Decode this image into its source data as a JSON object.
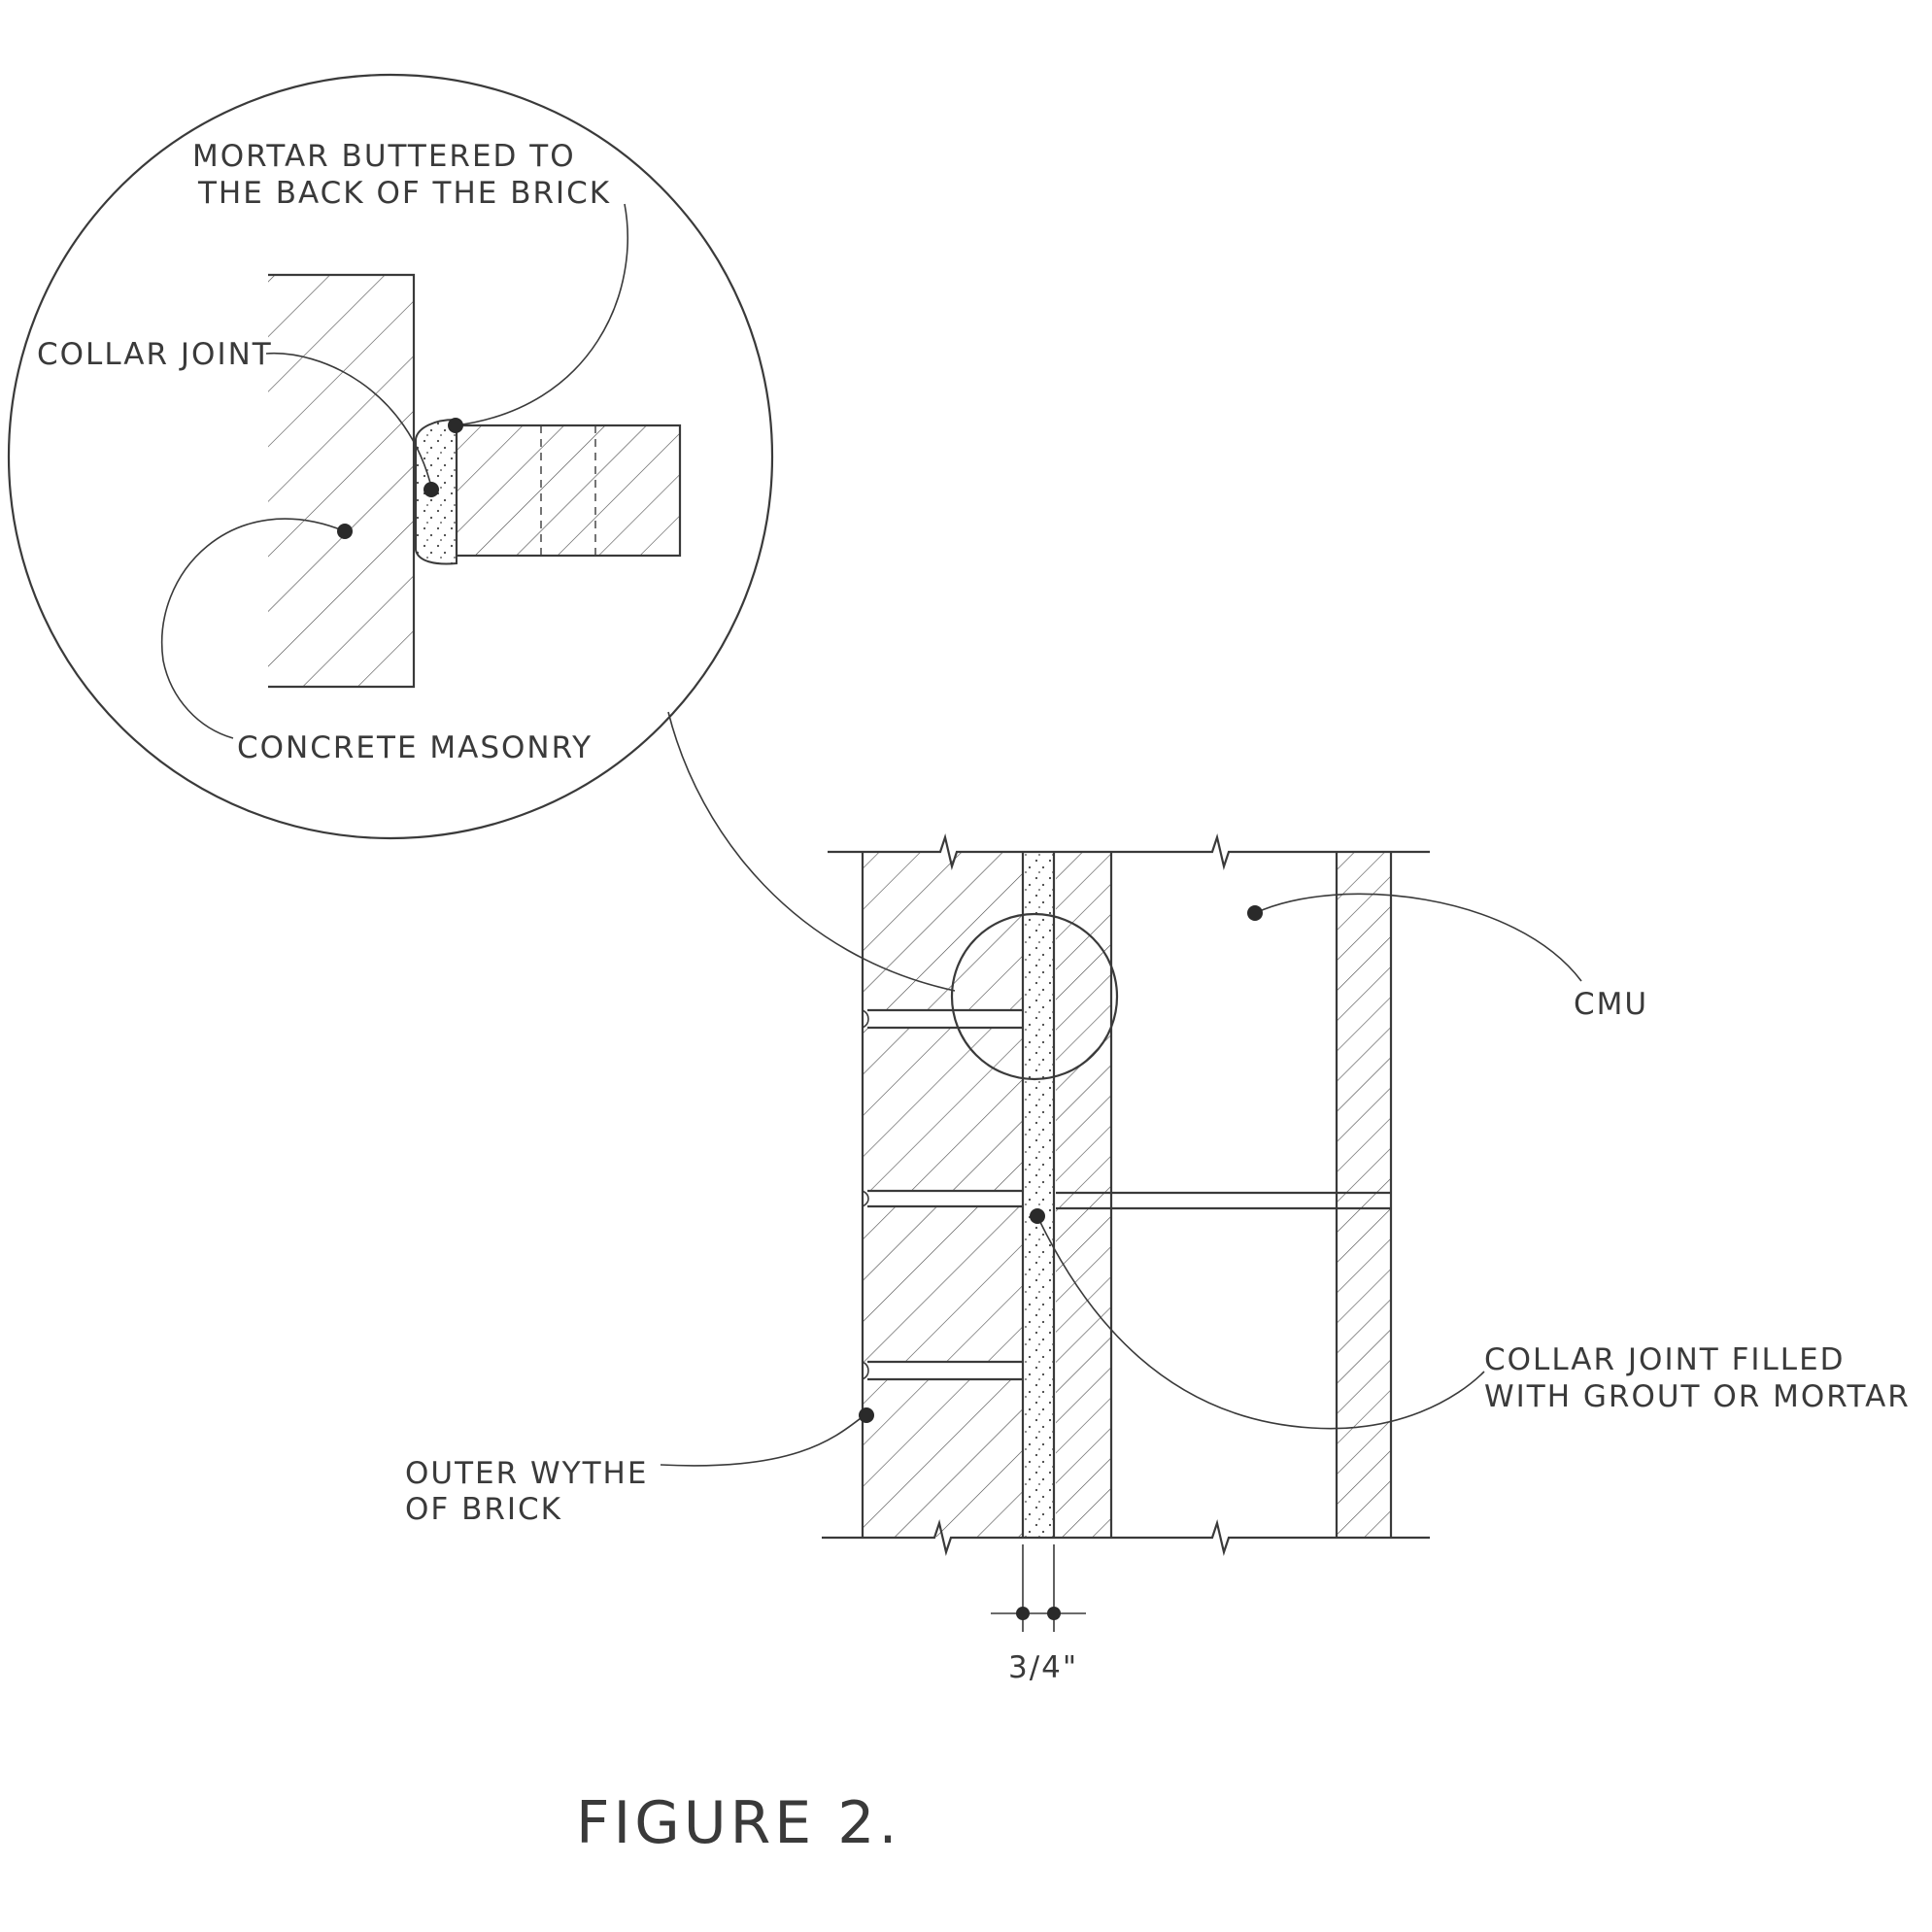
{
  "detail": {
    "mortar_line1": "MORTAR BUTTERED TO",
    "mortar_line2": "THE BACK OF THE BRICK",
    "collar_joint": "COLLAR JOINT",
    "concrete_masonry": "CONCRETE MASONRY"
  },
  "section": {
    "cmu": "CMU",
    "collar_filled_line1": "COLLAR JOINT FILLED",
    "collar_filled_line2": "WITH GROUT OR MORTAR",
    "outer_wythe_line1": "OUTER WYTHE",
    "outer_wythe_line2": "OF BRICK",
    "dimension": "3/4\""
  },
  "caption": "FIGURE 2."
}
